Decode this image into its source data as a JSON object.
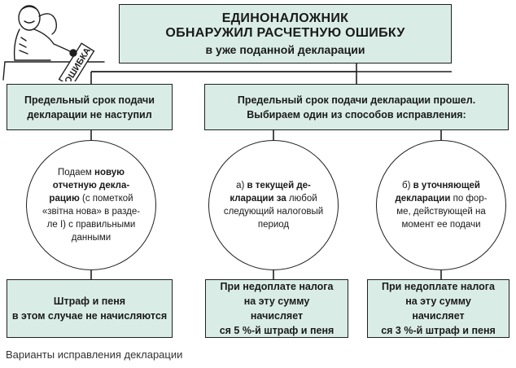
{
  "title": {
    "line1": "ЕДИНОНАЛОЖНИК",
    "line2": "ОБНАРУЖИЛ РАСЧЕТНУЮ ОШИБКУ",
    "line3": "в уже поданной декларации"
  },
  "illustration": {
    "icon": "frustrated-man-icon",
    "sign_text": "ОШИБКА"
  },
  "conditions": {
    "left": [
      "Предельный срок подачи",
      "декларации не наступил"
    ],
    "right": [
      "Предельный срок подачи декларации прошел.",
      "Выбираем один из способов исправления:"
    ]
  },
  "options": {
    "left": {
      "p1": "Подаем ",
      "b1": "новую отчетную декла­рацию",
      "p2": " (с пометкой «звітна нова» в разде­ле I) с правильными данными"
    },
    "middle": {
      "p1": "а) ",
      "b1": "в текущей де­кларации за",
      "p2": " любой следующий налоговый период"
    },
    "right": {
      "p1": "б) ",
      "b1": "в уточняющей декларации",
      "p2": " по фор­ме, действующей на момент ее подачи"
    }
  },
  "results": {
    "left": [
      "Штраф и пеня",
      "в этом случае не начисляются"
    ],
    "middle": [
      "При недоплате налога",
      "на эту  сумму начисляет­",
      "ся 5 %-й штраф и пеня"
    ],
    "right": [
      "При недоплате налога",
      "на эту  сумму начисляет­",
      "ся 3 %-й штраф и пеня"
    ]
  },
  "caption": "Варианты исправления декларации",
  "colors": {
    "box_fill": "#d9ede6",
    "border": "#1f1f1f"
  }
}
